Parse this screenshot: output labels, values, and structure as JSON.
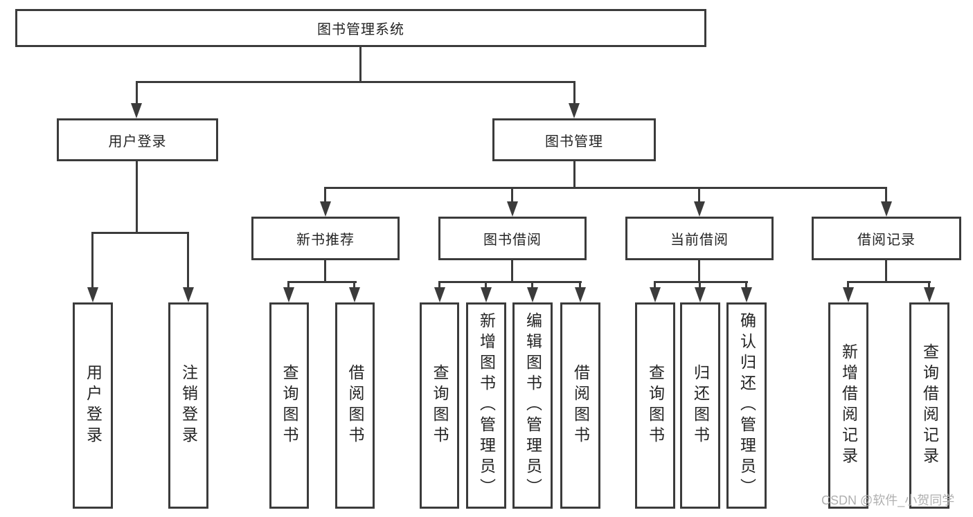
{
  "diagram": {
    "root": {
      "label": "图书管理系统"
    },
    "level2": [
      {
        "label": "用户登录"
      },
      {
        "label": "图书管理"
      }
    ],
    "level3": [
      {
        "label": "新书推荐"
      },
      {
        "label": "图书借阅"
      },
      {
        "label": "当前借阅"
      },
      {
        "label": "借阅记录"
      }
    ],
    "leaves": {
      "user_login": [
        "用户登录",
        "注销登录"
      ],
      "new_book": [
        "查询图书",
        "借阅图书"
      ],
      "book_borrow": [
        "查询图书",
        "新增图书（管理员）",
        "编辑图书（管理员）",
        "借阅图书"
      ],
      "current_borrow": [
        "查询图书",
        "归还图书",
        "确认归还（管理员）"
      ],
      "borrow_record": [
        "新增借阅记录",
        "查询借阅记录"
      ]
    },
    "colors": {
      "line": "#3b3b3b",
      "text": "#242424",
      "watermark": "#b0b0b0"
    },
    "watermark": {
      "text": "CSDN @软件_小贺同学"
    }
  }
}
